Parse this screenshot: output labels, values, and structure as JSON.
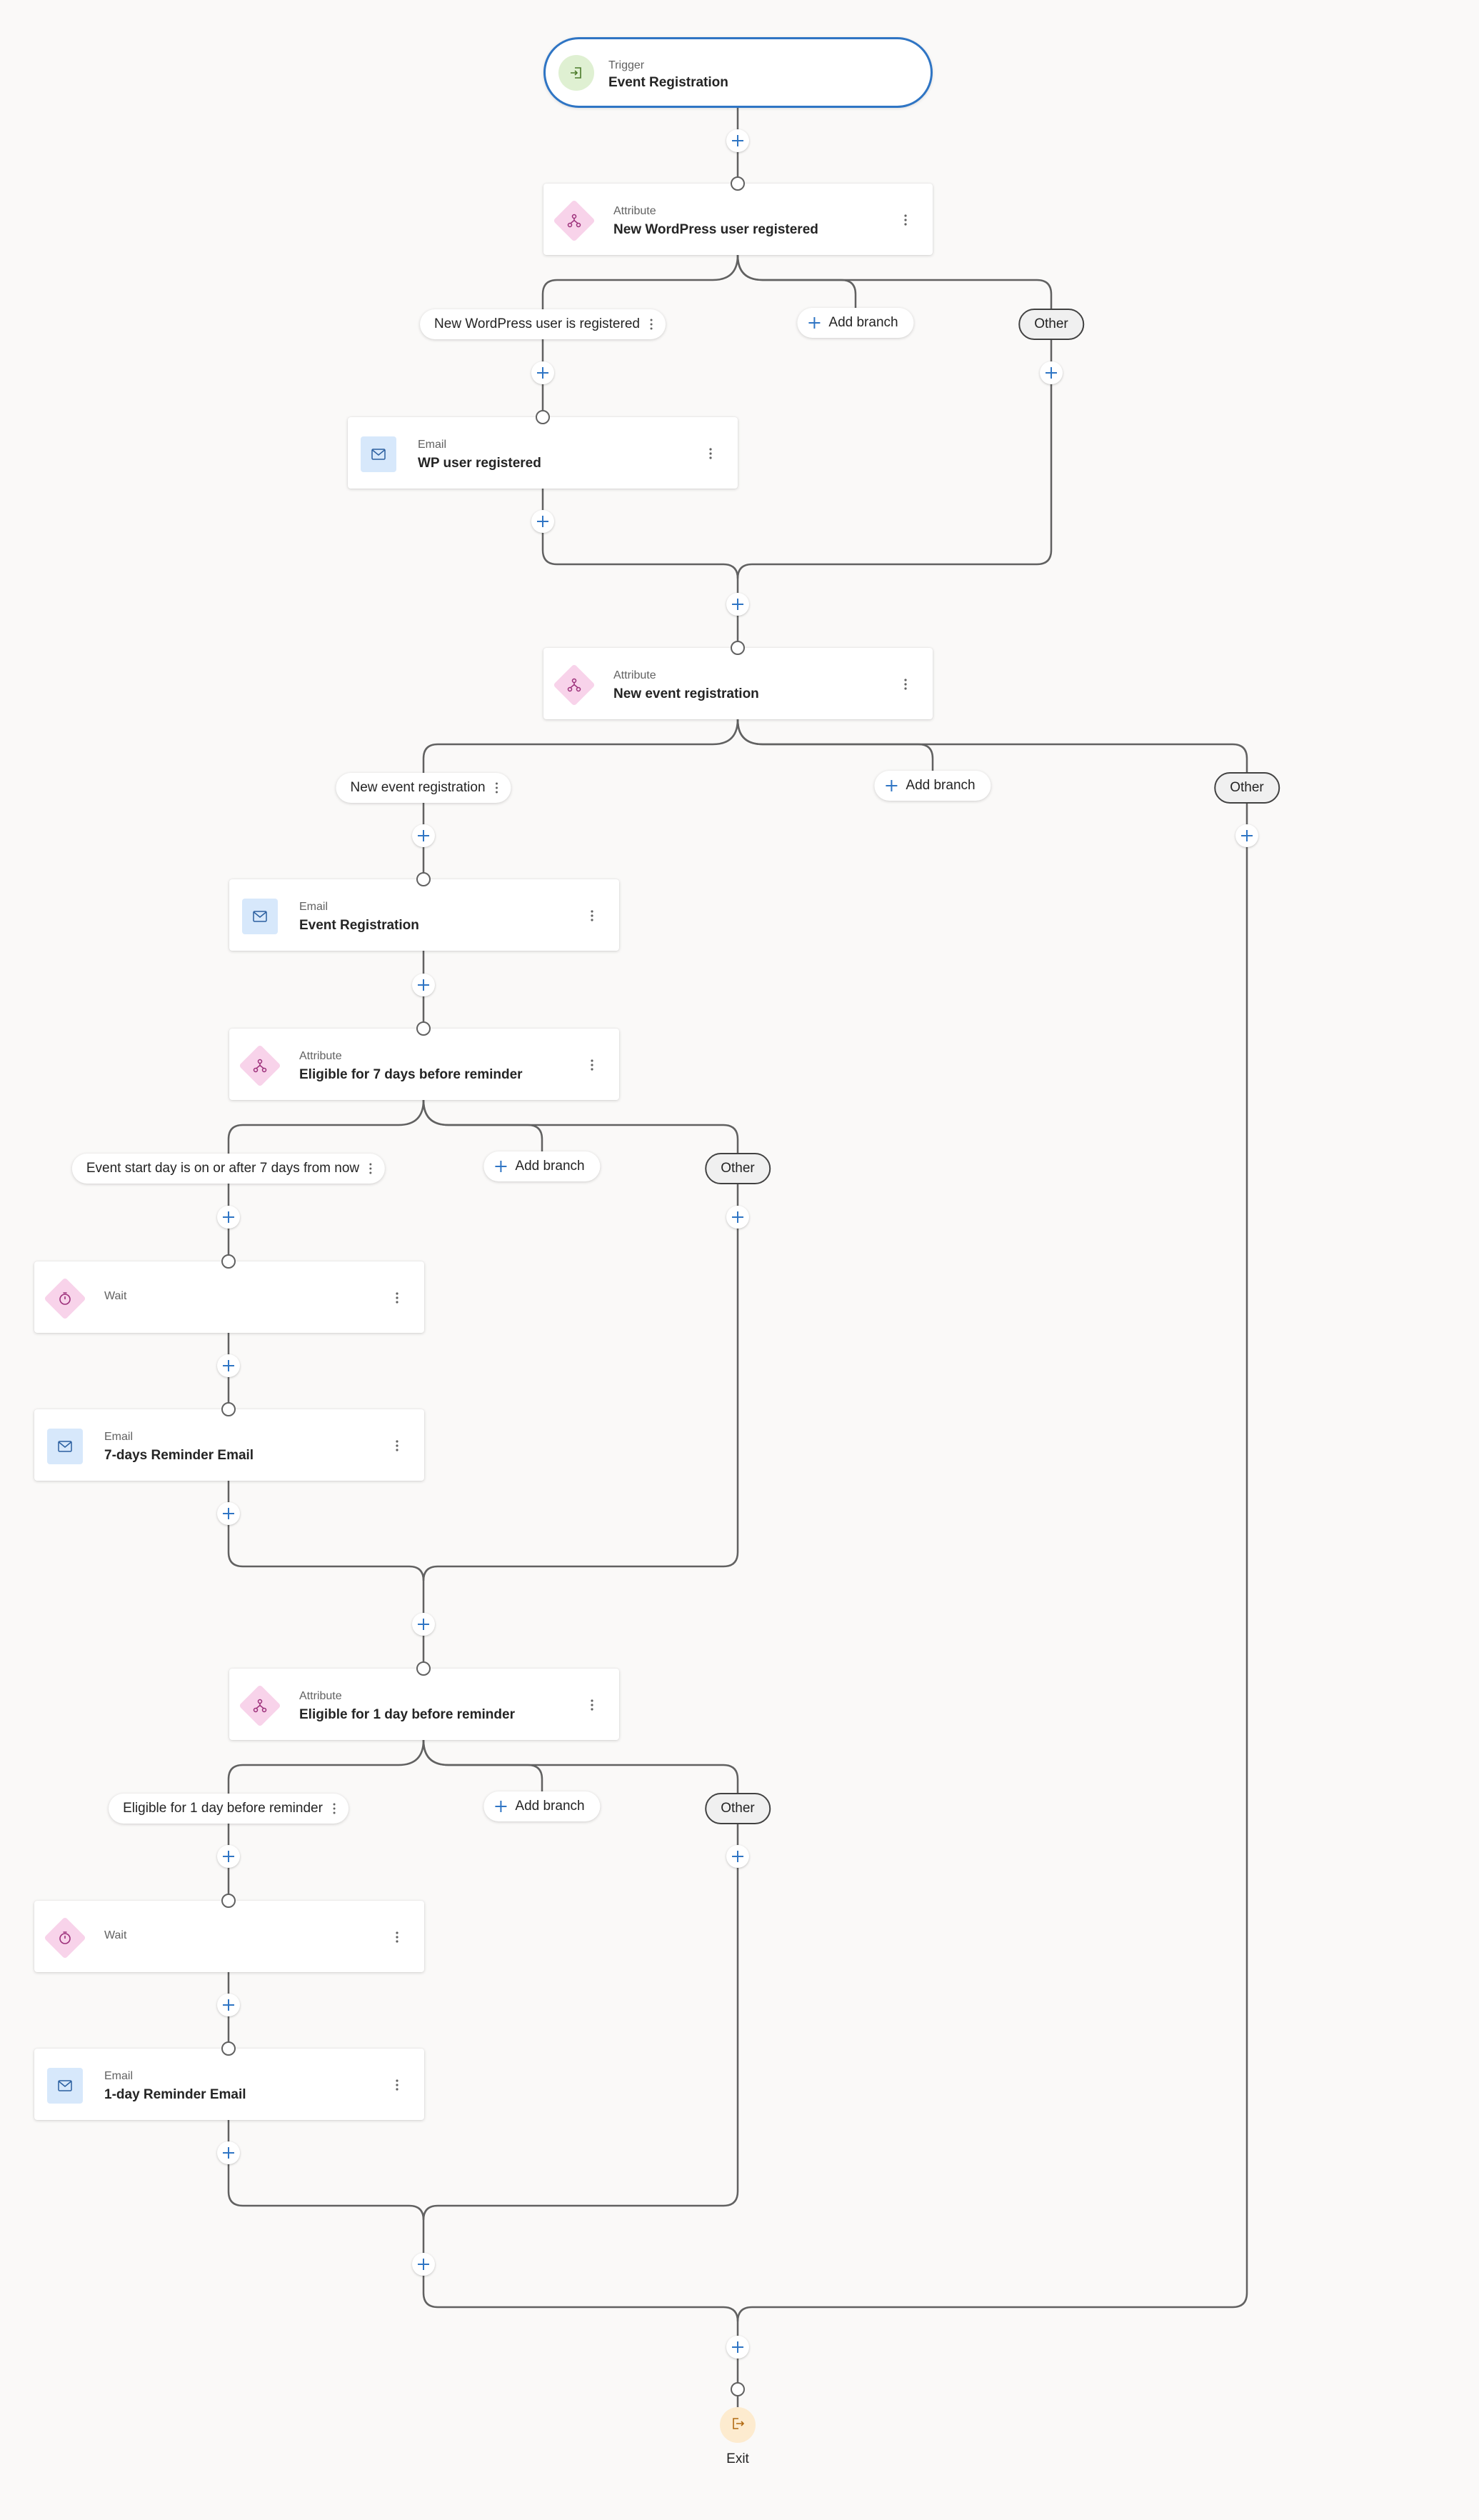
{
  "trigger": {
    "type": "Trigger",
    "name": "Event Registration"
  },
  "attr_wp": {
    "type": "Attribute",
    "name": "New WordPress user registered"
  },
  "branch_wp": {
    "label": "New WordPress user is registered"
  },
  "email_wp": {
    "type": "Email",
    "name": "WP user registered"
  },
  "attr_event": {
    "type": "Attribute",
    "name": "New event registration"
  },
  "branch_event": {
    "label": "New event registration"
  },
  "email_event": {
    "type": "Email",
    "name": "Event Registration"
  },
  "attr_7d": {
    "type": "Attribute",
    "name": "Eligible for 7 days before reminder"
  },
  "branch_7d": {
    "label": "Event start day is on or after 7 days from now"
  },
  "wait_7d": {
    "type": "Wait"
  },
  "email_7d": {
    "type": "Email",
    "name": "7-days Reminder Email"
  },
  "attr_1d": {
    "type": "Attribute",
    "name": "Eligible for 1 day before reminder"
  },
  "branch_1d": {
    "label": "Eligible for 1 day before reminder"
  },
  "wait_1d": {
    "type": "Wait"
  },
  "email_1d": {
    "type": "Email",
    "name": "1-day Reminder Email"
  },
  "add_branch_label": "Add branch",
  "other_label": "Other",
  "exit_label": "Exit",
  "icons": {
    "trigger": "enter-arrow-icon",
    "attribute": "branch-network-icon",
    "email": "envelope-icon",
    "wait": "timer-icon",
    "exit": "exit-arrow-icon",
    "add": "plus-icon",
    "menu": "more-vertical-icon"
  },
  "colors": {
    "accent": "#2f75c4",
    "line": "#616161",
    "attribute_bg": "#f8d3ea",
    "email_bg": "#d7e8fb",
    "trigger_bg": "#dff0d2",
    "exit_bg": "#fdebcf"
  }
}
